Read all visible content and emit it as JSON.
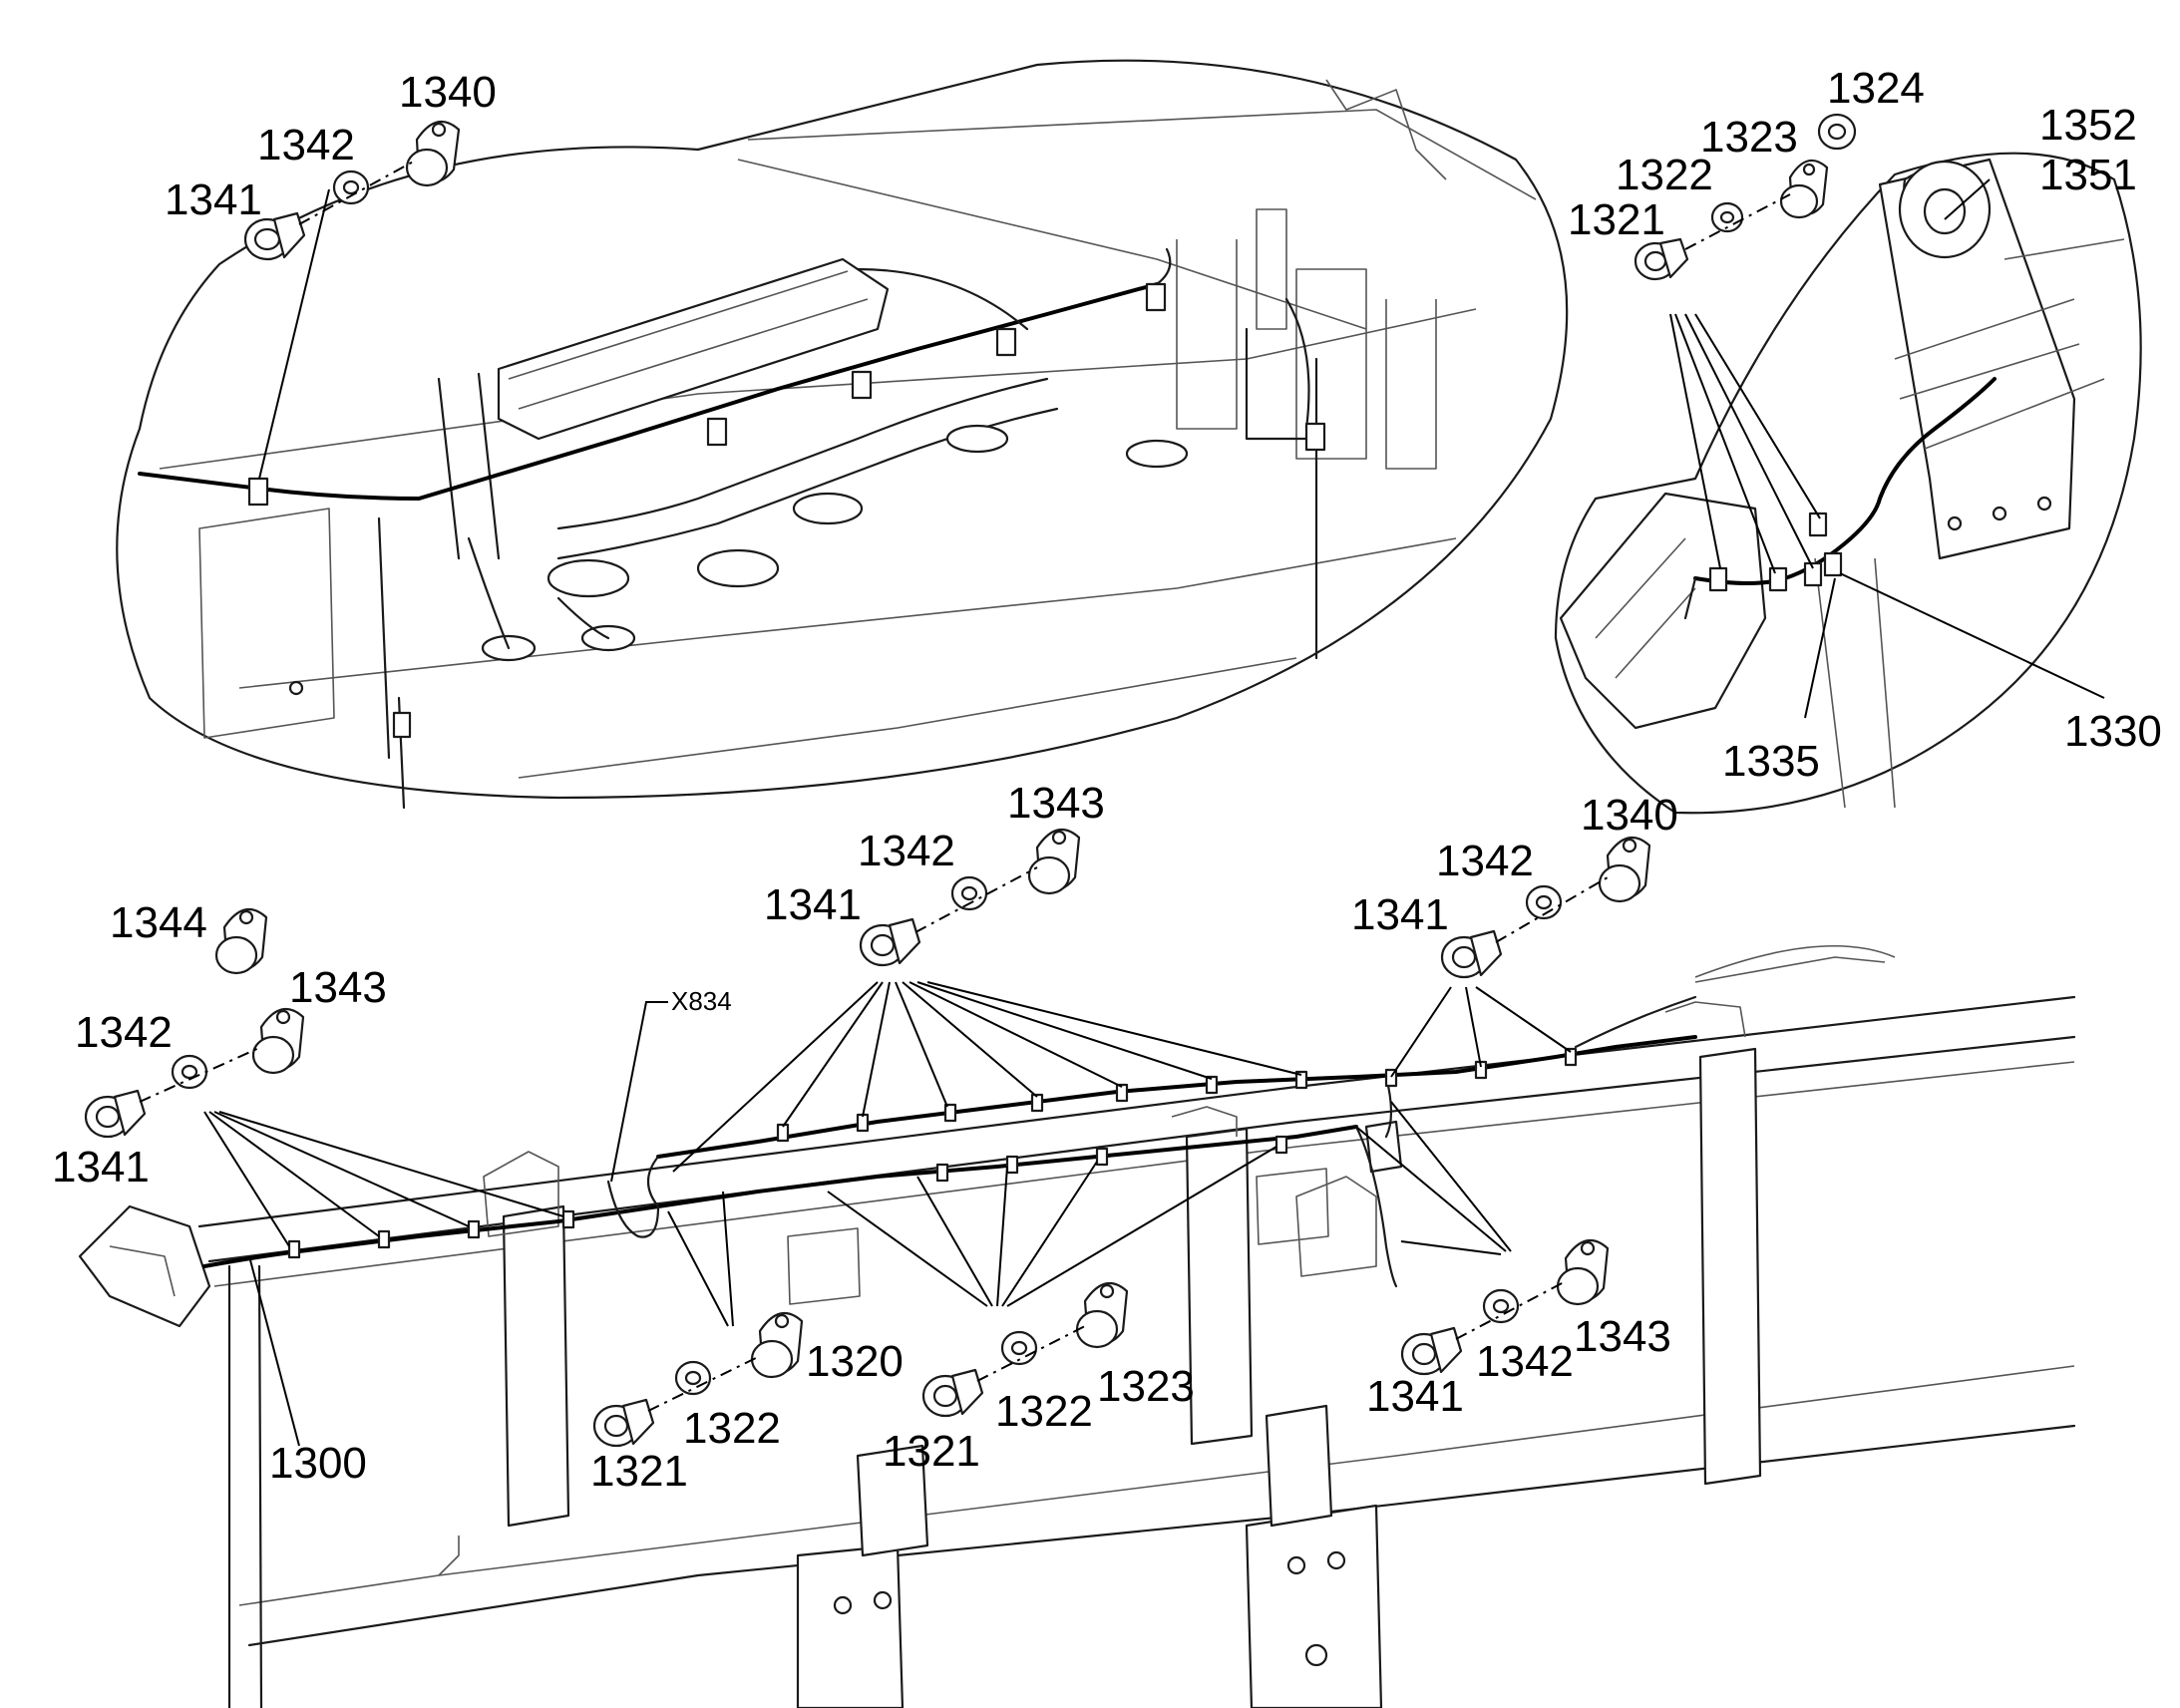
{
  "callouts": {
    "top_left": {
      "c1340": "1340",
      "c1342": "1342",
      "c1341": "1341"
    },
    "top_right": {
      "c1324": "1324",
      "c1323": "1323",
      "c1322": "1322",
      "c1321": "1321",
      "c1352": "1352",
      "c1351": "1351",
      "c1330": "1330",
      "c1335": "1335"
    },
    "main": {
      "c1343_top": "1343",
      "c1342_top": "1342",
      "c1341_top": "1341",
      "c1340_right": "1340",
      "c1342_right": "1342",
      "c1341_right": "1341",
      "c1344": "1344",
      "c1343_left": "1343",
      "c1342_left": "1342",
      "c1341_left": "1341",
      "c1300": "1300",
      "c1320": "1320",
      "c1322_a": "1322",
      "c1321_a": "1321",
      "c1323_b": "1323",
      "c1322_b": "1322",
      "c1321_b": "1321",
      "c1343_br": "1343",
      "c1342_br": "1342",
      "c1341_br": "1341"
    },
    "connector_ref": "X834"
  },
  "icons": [
    "hardware-bolt-icon",
    "washer-icon",
    "p-clamp-icon",
    "cable-tie-icon",
    "speaker-icon"
  ]
}
